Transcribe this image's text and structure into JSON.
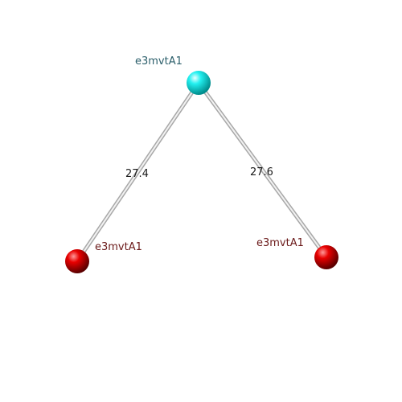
{
  "atoms": [
    {
      "id": "top",
      "label": "e3mvtA1",
      "color": "#00e5e5",
      "label_color": "#2c5f6b"
    },
    {
      "id": "left",
      "label": "e3mvtA1",
      "color": "#e00000",
      "label_color": "#6b1a1a"
    },
    {
      "id": "right",
      "label": "e3mvtA1",
      "color": "#e00000",
      "label_color": "#6b1a1a"
    }
  ],
  "bonds": [
    {
      "from": "top",
      "to": "left",
      "distance": "27.4"
    },
    {
      "from": "top",
      "to": "right",
      "distance": "27.6"
    }
  ]
}
